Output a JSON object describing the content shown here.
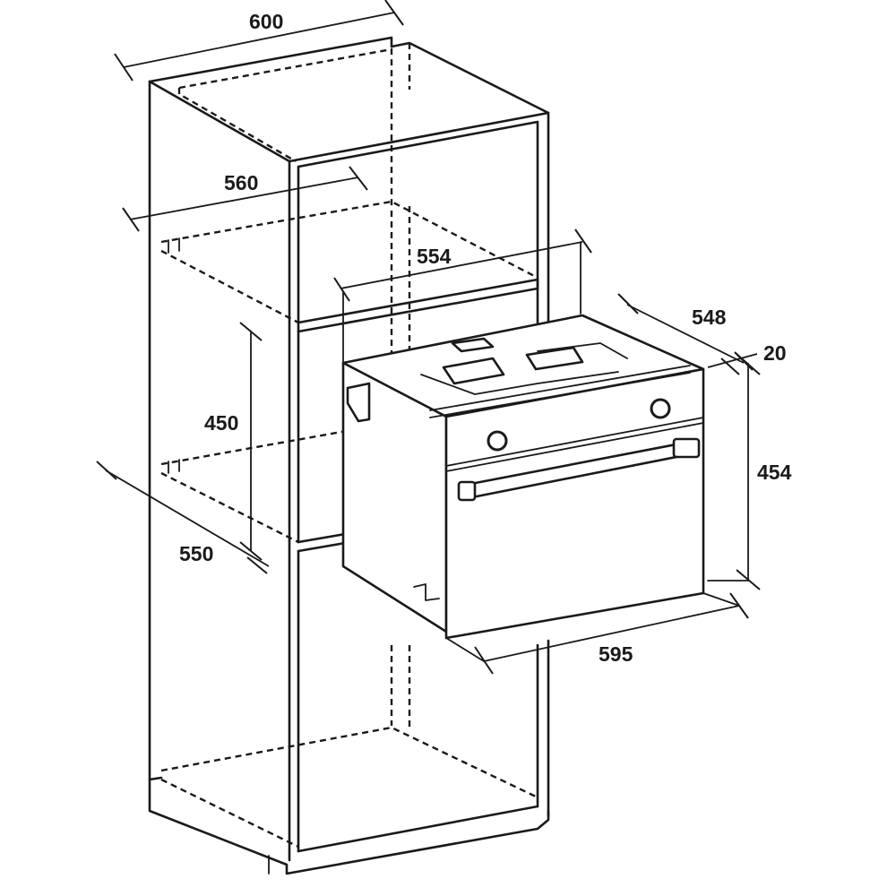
{
  "diagram": {
    "cabinet": {
      "width_label": "600",
      "inner_width_label": "560",
      "depth_label": "550",
      "niche_height_label": "450"
    },
    "oven": {
      "body_width_label": "554",
      "depth_label": "548",
      "front_offset_label": "20",
      "height_label": "454",
      "front_width_label": "595"
    }
  }
}
